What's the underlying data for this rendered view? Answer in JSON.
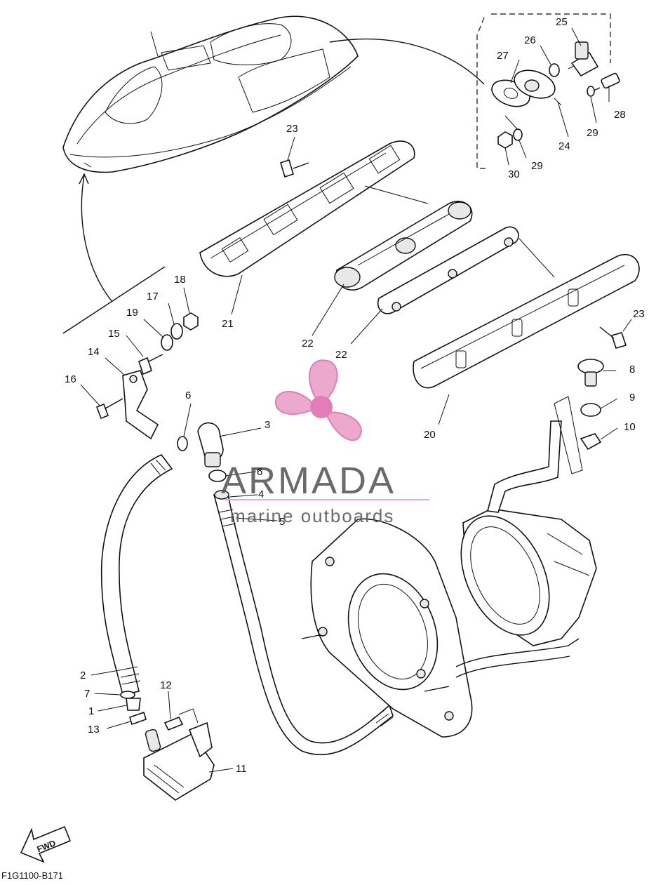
{
  "watermark": {
    "brand": "ARMADA",
    "tagline": "marine outboards",
    "accent_color": "#e8a0c8",
    "center_color": "#e070b0"
  },
  "diagram_code": "F1G1100-B171",
  "fwd_label": "FWD",
  "callouts": [
    "1",
    "2",
    "3",
    "4",
    "5",
    "6",
    "6",
    "7",
    "8",
    "9",
    "10",
    "11",
    "12",
    "13",
    "14",
    "15",
    "16",
    "17",
    "18",
    "19",
    "20",
    "21",
    "22",
    "22",
    "23",
    "23",
    "24",
    "25",
    "26",
    "27",
    "28",
    "29",
    "29",
    "30"
  ]
}
